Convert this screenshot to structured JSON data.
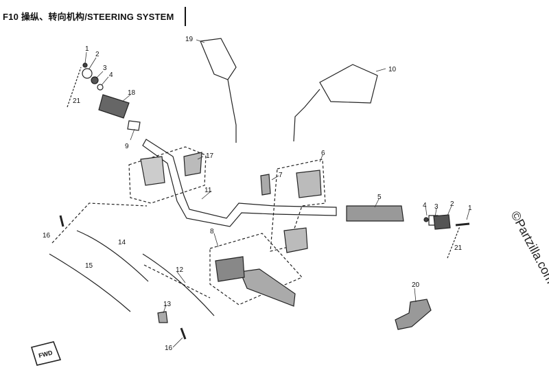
{
  "diagram": {
    "title": "F10 操纵、转向机构/STEERING SYSTEM",
    "watermark": "©Partzilla.com",
    "fwd_badge": "FWD",
    "callouts": [
      {
        "id": "c1a",
        "text": "1"
      },
      {
        "id": "c2a",
        "text": "2"
      },
      {
        "id": "c3a",
        "text": "3"
      },
      {
        "id": "c4a",
        "text": "4"
      },
      {
        "id": "c18",
        "text": "18"
      },
      {
        "id": "c21a",
        "text": "21"
      },
      {
        "id": "c9",
        "text": "9"
      },
      {
        "id": "c19",
        "text": "19"
      },
      {
        "id": "c10",
        "text": "10"
      },
      {
        "id": "c17",
        "text": "17"
      },
      {
        "id": "c11",
        "text": "11"
      },
      {
        "id": "c7",
        "text": "7"
      },
      {
        "id": "c6",
        "text": "6"
      },
      {
        "id": "c5",
        "text": "5"
      },
      {
        "id": "c4b",
        "text": "4"
      },
      {
        "id": "c3b",
        "text": "3"
      },
      {
        "id": "c2b",
        "text": "2"
      },
      {
        "id": "c1b",
        "text": "1"
      },
      {
        "id": "c21b",
        "text": "21"
      },
      {
        "id": "c16a",
        "text": "16"
      },
      {
        "id": "c14",
        "text": "14"
      },
      {
        "id": "c15",
        "text": "15"
      },
      {
        "id": "c8",
        "text": "8"
      },
      {
        "id": "c12",
        "text": "12"
      },
      {
        "id": "c13",
        "text": "13"
      },
      {
        "id": "c16b",
        "text": "16"
      },
      {
        "id": "c20",
        "text": "20"
      }
    ]
  }
}
